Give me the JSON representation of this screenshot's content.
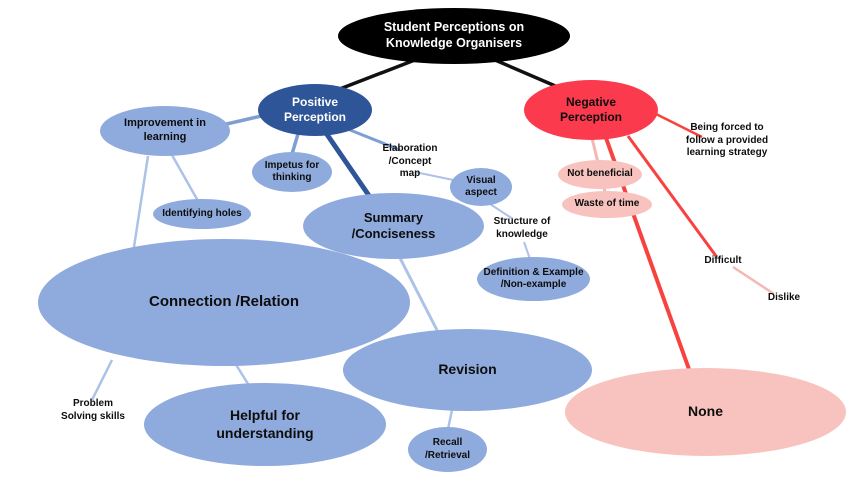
{
  "diagram": {
    "title": "Student Perceptions on Knowledge Organisers",
    "branches": [
      "Positive Perception",
      "Negative Perception"
    ],
    "nodes": {
      "root": {
        "label": "Student Perceptions on Knowledge Organisers"
      },
      "positive": {
        "label": "Positive Perception"
      },
      "negative": {
        "label": "Negative Perception"
      },
      "improvement": {
        "label": "Improvement in learning"
      },
      "impetus": {
        "label": "Impetus for thinking"
      },
      "elaboration": {
        "label": "Elaboration /Concept map"
      },
      "visual": {
        "label": "Visual aspect"
      },
      "identifying": {
        "label": "Identifying holes"
      },
      "summary": {
        "label": "Summary /Conciseness"
      },
      "structure": {
        "label": "Structure of knowledge"
      },
      "definition": {
        "label": "Definition & Example /Non-example"
      },
      "connection": {
        "label": "Connection /Relation"
      },
      "revision": {
        "label": "Revision"
      },
      "problem": {
        "label": "Problem Solving skills"
      },
      "helpful": {
        "label": "Helpful for understanding"
      },
      "recall": {
        "label": "Recall /Retrieval"
      },
      "not_beneficial": {
        "label": "Not beneficial"
      },
      "waste": {
        "label": "Waste of time"
      },
      "being_forced": {
        "label": "Being forced to follow a provided learning strategy"
      },
      "difficult": {
        "label": "Difficult"
      },
      "dislike": {
        "label": "Dislike"
      },
      "none": {
        "label": "None"
      }
    },
    "colors": {
      "root_fill": "#000000",
      "positive_fill": "#2e5597",
      "positive_child_fill": "#8faadc",
      "negative_fill": "#fb3a4e",
      "negative_child_fill": "#f8c3be",
      "edge_black": "#111111",
      "edge_blue": "#7f9fd4",
      "edge_blue_dark": "#2e5597",
      "edge_blue_light": "#acc2e6",
      "edge_red": "#f8423f",
      "edge_pink": "#f3b8b3"
    }
  }
}
